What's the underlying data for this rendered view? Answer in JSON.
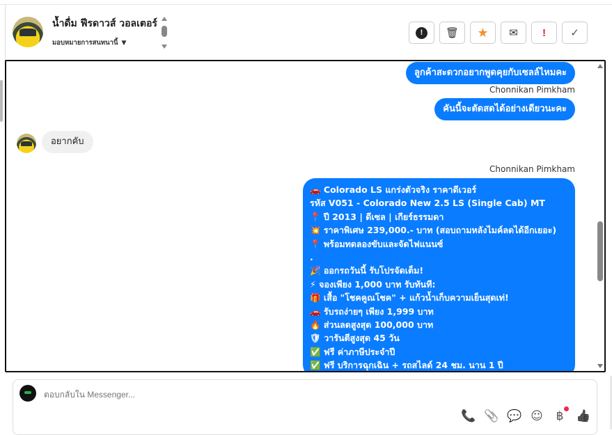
{
  "header": {
    "contact_name": "น้ำดื่ม ฟีรดาวส์ วอลเตอร์",
    "assign_label": "มอบหมายการสนทนานี้",
    "actions": [
      {
        "name": "spam",
        "glyph": "❗"
      },
      {
        "name": "delete",
        "glyph": "🗑"
      },
      {
        "name": "star",
        "glyph": "★"
      },
      {
        "name": "mark-unread",
        "glyph": "✉"
      },
      {
        "name": "important",
        "glyph": "!"
      },
      {
        "name": "done",
        "glyph": "✓"
      }
    ]
  },
  "messages": [
    {
      "direction": "out",
      "text": "ลูกค้าสะดวกอยากพูดคุยกับเซลล์ไหมคะ"
    },
    {
      "sender": "Chonnikan Pimkham"
    },
    {
      "direction": "out",
      "text": "คันนี้จะตัดสดได้อย่างเดียวนะคะ"
    },
    {
      "direction": "in",
      "text": "อยากคับ"
    },
    {
      "sender": "Chonnikan Pimkham"
    }
  ],
  "long_message": [
    "🚗 Colorado LS แกร่งตัวจริง ราคาดีเวอร์",
    "รหัส V051 - Colorado New 2.5 LS (Single Cab) MT",
    "📍 ปี 2013 | ดีเซล | เกียร์ธรรมดา",
    "💥 ราคาพิเศษ 239,000.- บาท (สอบถามหลังไมค์ลดได้อีกเยอะ)",
    "📍 พร้อมทดลองขับและจัดไฟแนนซ์",
    ".",
    "🎉 ออกรถวันนี้ รับโปรจัดเต็ม!",
    "⚡ จองเพียง 1,000 บาท รับทันที:",
    "🎁 เสื้อ \"โชคคูณโชค\" + แก้วน้ำเก็บความเย็นสุดเท่!",
    "🚗 รับรถง่ายๆ เพียง 1,999 บาท",
    "🔥 ส่วนลดสูงสุด 100,000 บาท",
    "🛡 วารันตีสูงสุด 45 วัน",
    "✅ ฟรี ค่าภาษีประจำปี",
    "✅ ฟรี บริการฉุกเฉิน + รถสไลด์ 24 ชม. นาน 1 ปี"
  ],
  "composer": {
    "placeholder": "ตอบกลับใน Messenger...",
    "tools": [
      "📞",
      "📎",
      "💬",
      "☺",
      "฿",
      "👍"
    ]
  },
  "colors": {
    "outgoing": "#0a7cff",
    "incoming": "#f0f0f0"
  }
}
